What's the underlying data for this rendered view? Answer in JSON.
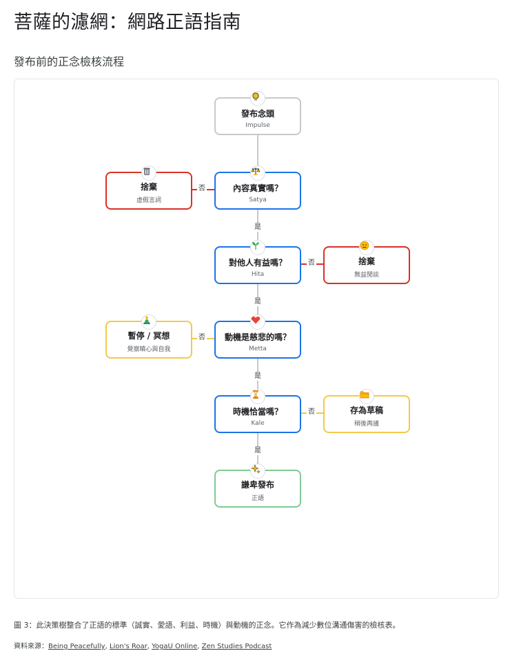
{
  "page_title": "菩薩的濾網：網路正語指南",
  "section_title": "發布前的正念檢核流程",
  "nodes": {
    "impulse": {
      "title": "發布念頭",
      "sub": "Impulse",
      "icon": "lightbulb-icon"
    },
    "satya": {
      "title": "內容真實嗎？",
      "sub": "Satya",
      "icon": "scales-icon"
    },
    "discard1": {
      "title": "捨棄",
      "sub": "虛假言詞",
      "icon": "trash-can-icon"
    },
    "hita": {
      "title": "對他人有益嗎？",
      "sub": "Hita",
      "icon": "sprout-icon"
    },
    "discard2": {
      "title": "捨棄",
      "sub": "無益閒談",
      "icon": "neutral-face-icon"
    },
    "metta": {
      "title": "動機是慈悲的嗎？",
      "sub": "Metta",
      "icon": "heart-icon"
    },
    "pause": {
      "title": "暫停 / 冥想",
      "sub": "覺察瞋心與自我",
      "icon": "meditation-icon"
    },
    "kale": {
      "title": "時機恰當嗎？",
      "sub": "Kale",
      "icon": "hourglass-icon"
    },
    "draft": {
      "title": "存為草稿",
      "sub": "稍後再議",
      "icon": "folder-icon"
    },
    "publish": {
      "title": "謙卑發布",
      "sub": "正語",
      "icon": "sparkles-icon"
    }
  },
  "edge_labels": {
    "yes": "是",
    "no": "否"
  },
  "colors": {
    "question": "#1a73e8",
    "discard": "#d93025",
    "caution": "#f2c94c",
    "publish": "#81c995",
    "start": "#c6c9cc"
  },
  "caption": "圖 3：此決策樹整合了正語的標準（誠實、愛語、利益、時機）與動機的正念。它作為減少數位溝通傷害的檢核表。",
  "sources": {
    "label": "資料來源：",
    "links": [
      "Being Peacefully",
      "Lion's Roar",
      "YogaU Online",
      "Zen Studies Podcast"
    ],
    "separator": ", "
  }
}
